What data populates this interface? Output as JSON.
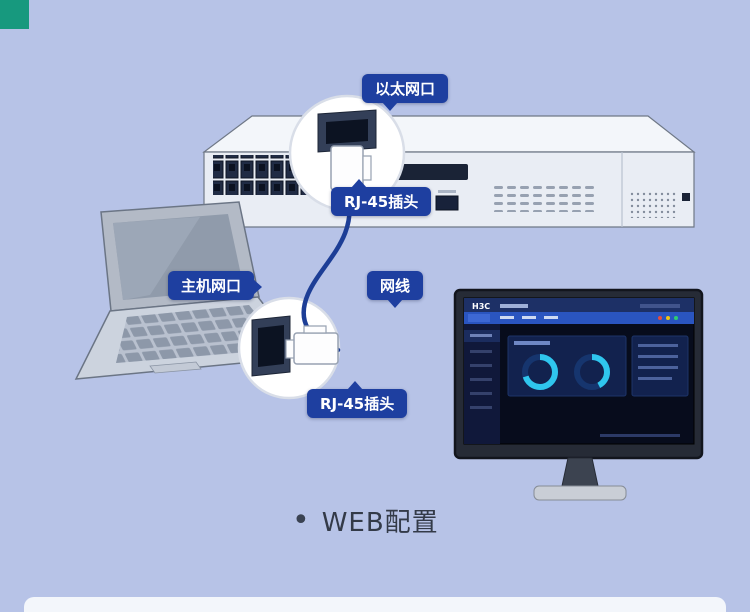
{
  "scene": {
    "background_color": "#b7c3e7",
    "corner_accent_color": "#17997e",
    "label_bg_color": "#1e3fa0",
    "cable_color": "#1d3e96",
    "gauge_color": "#2fc6ee"
  },
  "callouts": {
    "ethernet_port": "以太网口",
    "rj45_plug_top": "RJ-45插头",
    "host_port": "主机网口",
    "network_cable": "网线",
    "rj45_plug_bottom": "RJ-45插头"
  },
  "monitor_ui": {
    "logo": "H3C"
  },
  "caption": {
    "bullet": "•",
    "text": "WEB配置"
  }
}
